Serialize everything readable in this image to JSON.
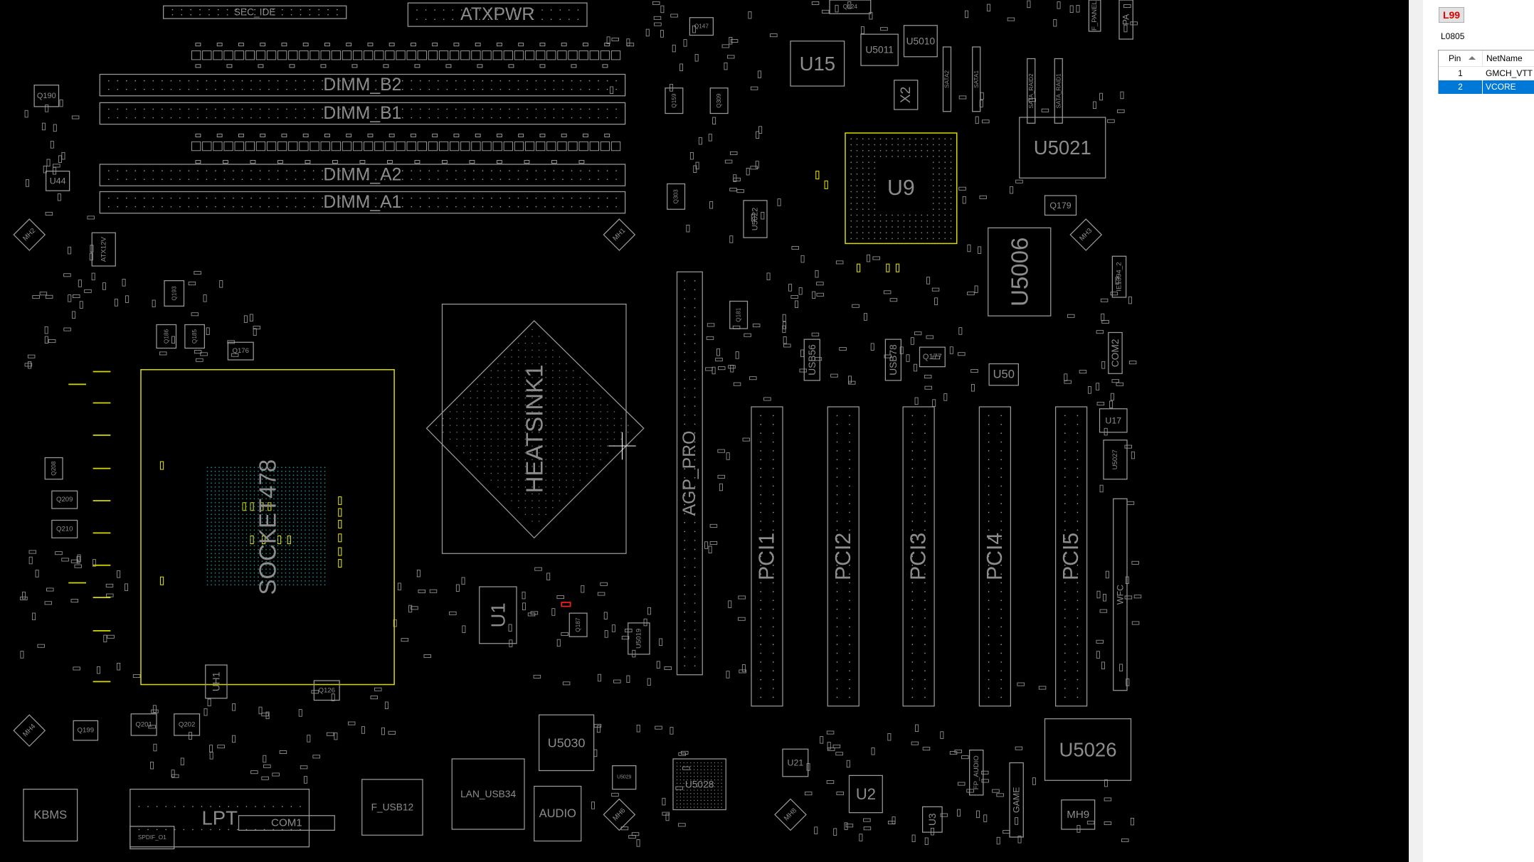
{
  "board": {
    "background": "#000000",
    "outline_color": "#9a9a9a",
    "highlight_color": "#d8d800",
    "selected_color": "#ff2020",
    "components": [
      "SEC_IDE",
      "ATXPWR",
      "DIMM_B2",
      "DIMM_B1",
      "DIMM_A2",
      "DIMM_A1",
      "Q190",
      "U44",
      "ATX12V",
      "Q193",
      "Q186",
      "Q185",
      "Q176",
      "SOCKET478",
      "HEATSINK1",
      "AGP_PRO",
      "PCI1",
      "PCI2",
      "PCI3",
      "PCI4",
      "PCI5",
      "U15",
      "U5011",
      "U5010",
      "X2",
      "U9",
      "U5021",
      "Q179",
      "U5006",
      "U50",
      "Q177",
      "USB56",
      "USB78",
      "COM2",
      "U17",
      "U5027",
      "IE1394_2",
      "U5022",
      "Q303",
      "Q159",
      "Q309",
      "Q147",
      "Q181",
      "U1",
      "U5019",
      "Q187",
      "UH1",
      "Q126",
      "Q199",
      "Q201",
      "Q202",
      "KBMS",
      "LPT",
      "COM1",
      "SPDIF_O1",
      "F_USB12",
      "LAN_USB34",
      "U5030",
      "AUDIO",
      "U5028",
      "U5029",
      "U21",
      "U2",
      "U3",
      "FP_AUDIO",
      "GAME",
      "U5026",
      "MH9",
      "WFC",
      "F_PANEL",
      "PA",
      "SATA2",
      "SATA1",
      "SATA_RAID2",
      "SATA_RAID1",
      "Q209",
      "Q210",
      "Q208",
      "Q124"
    ],
    "mounting_holes": [
      "MH2",
      "MH1",
      "MH3",
      "MH4",
      "MH6",
      "MH8"
    ]
  },
  "panel": {
    "part_button": "L99",
    "footprint": "L0805",
    "columns": [
      "Pin",
      "NetName"
    ],
    "rows": [
      {
        "pin": "1",
        "net": "GMCH_VTT",
        "selected": false
      },
      {
        "pin": "2",
        "net": "VCORE",
        "selected": true
      }
    ]
  }
}
